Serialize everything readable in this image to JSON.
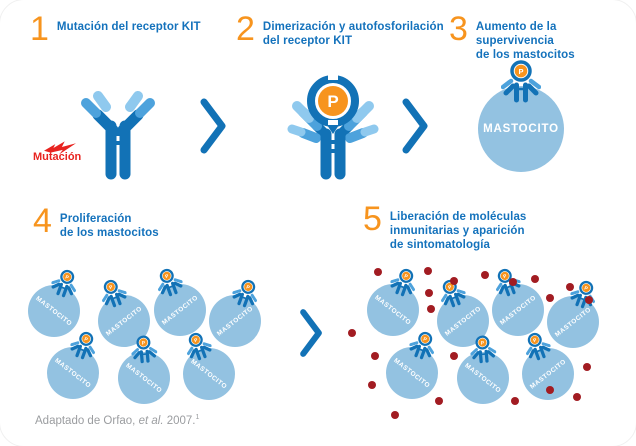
{
  "card": {
    "steps": [
      {
        "number": "1",
        "label": "Mutación del receptor KIT"
      },
      {
        "number": "2",
        "label": "Dimerización y autofosforilación\ndel receptor KIT"
      },
      {
        "number": "3",
        "label": "Aumento de la supervivencia\nde los mastocitos"
      },
      {
        "number": "4",
        "label": "Proliferación\nde los mastocitos"
      },
      {
        "number": "5",
        "label": "Liberación de moléculas\ninmunitarias y aparición\nde sintomatología"
      }
    ],
    "mutation_label": "Mutación",
    "cell_label": "MASTOCITO",
    "phospho_label": "P",
    "caption": {
      "prefix": "Adaptado de Orfao, ",
      "etal": "et al.",
      "suffix": " 2007.",
      "ref": "1"
    },
    "colors": {
      "accent_orange": "#F7941E",
      "heading_blue": "#1472BC",
      "receptor_dark_blue": "#1272B6",
      "receptor_mid_blue": "#4DA2DC",
      "receptor_light_blue": "#8FC9EE",
      "cell_blue": "#93C2E1",
      "mutation_red": "#E8231F",
      "molecule_dark_red": "#A21C22",
      "caption_gray": "#9B9DA0"
    }
  }
}
